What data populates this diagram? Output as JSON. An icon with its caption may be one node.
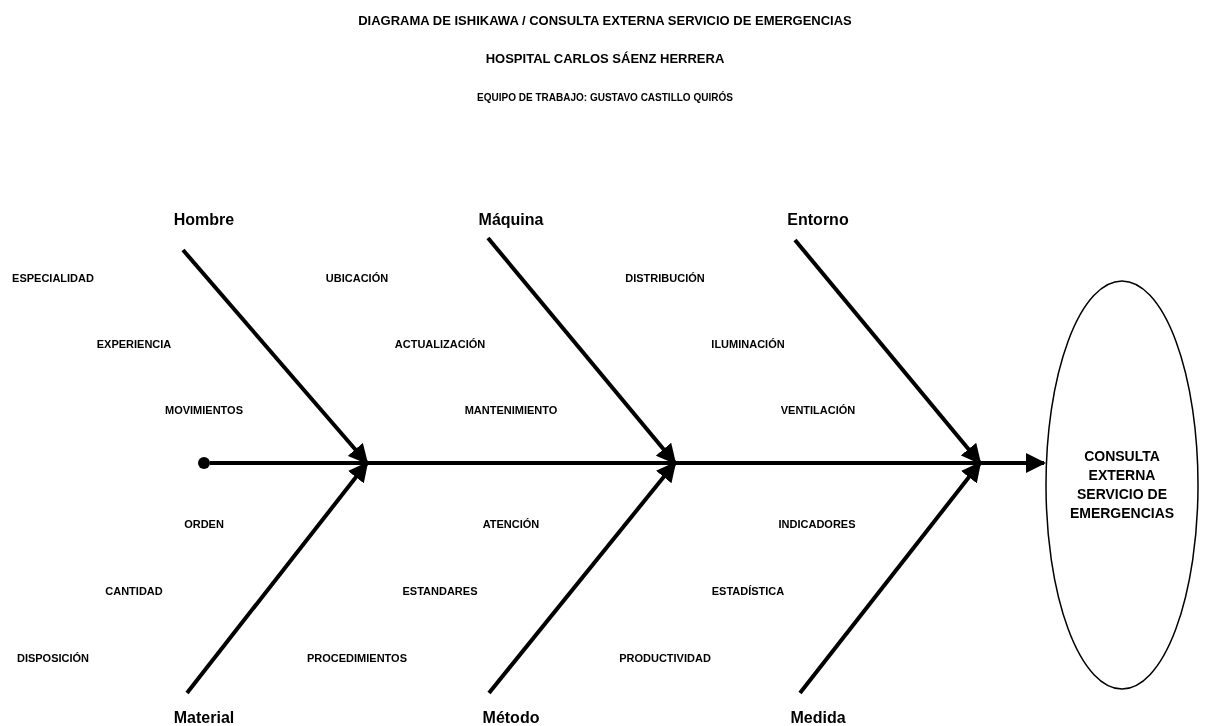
{
  "diagram": {
    "title": "DIAGRAMA DE ISHIKAWA / CONSULTA EXTERNA SERVICIO DE EMERGENCIAS",
    "nodes": [
      {
        "text": [
          "Hombre"
        ]
      },
      {
        "text": [
          "Máquina"
        ]
      },
      {
        "text": [
          "Entorno"
        ]
      },
      {
        "text": [],
        "shape": "circle"
      },
      {
        "text": [
          "CONSULTA EXTERNA SERVICIO DE EMERGENCIAS"
        ]
      },
      {
        "text": [
          "Material"
        ]
      },
      {
        "text": [
          "Método"
        ]
      },
      {
        "text": [
          "Medida"
        ]
      }
    ],
    "edges": [
      {
        "from": 0,
        "to": null,
        "arrow": "to"
      },
      {
        "from": 1,
        "to": null,
        "arrow": "to"
      },
      {
        "from": 2,
        "to": null,
        "arrow": "to"
      },
      {
        "from": 3,
        "to": 4,
        "arrow": "to"
      },
      {
        "from": 5,
        "to": null,
        "arrow": "to"
      },
      {
        "from": 6,
        "to": null,
        "arrow": "to"
      },
      {
        "from": 7,
        "to": null,
        "arrow": "to"
      }
    ],
    "labels": [
      "HOSPITAL CARLOS SÁENZ HERRERA",
      "EQUIPO DE TRABAJO: GUSTAVO CASTILLO QUIRÓS",
      "ESPECIALIDAD",
      "UBICACIÓN",
      "DISTRIBUCIÓN",
      "EXPERIENCIA",
      "ACTUALIZACIÓN",
      "ILUMINACIÓN",
      "MOVIMIENTOS",
      "MANTENIMIENTO",
      "VENTILACIÓN",
      "ORDEN",
      "ATENCIÓN",
      "INDICADORES",
      "CANTIDAD",
      "ESTANDARES",
      "ESTADÍSTICA",
      "DISPOSICIÓN",
      "PROCEDIMIENTOS",
      "PRODUCTIVIDAD"
    ]
  }
}
